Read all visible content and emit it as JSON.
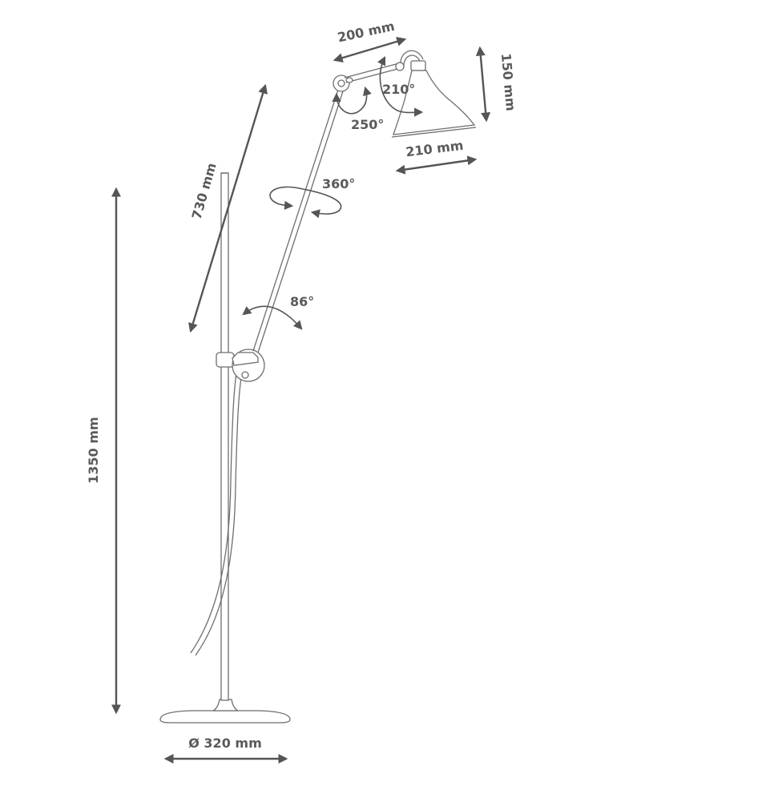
{
  "diagram": {
    "dimensions": {
      "total_height": "1350 mm",
      "pole_length": "730 mm",
      "upper_arm": "200 mm",
      "shade_height": "150 mm",
      "shade_diameter": "210 mm",
      "base_diameter": "Ø 320 mm"
    },
    "angles": {
      "base_joint": "86°",
      "arm_rotation": "360°",
      "elbow_joint": "250°",
      "shade_joint": "210°"
    },
    "colors": {
      "dimension_line": "#555555",
      "drawing_line": "#6e6e6e",
      "text": "#5a5a5a",
      "background": "#ffffff"
    }
  }
}
